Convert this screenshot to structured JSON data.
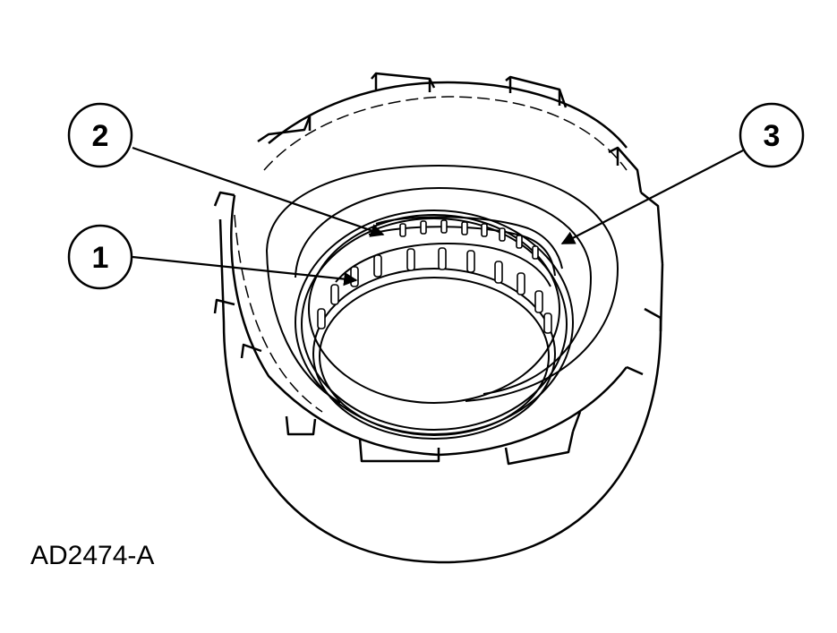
{
  "figure": {
    "id_label": "AD2474-A"
  },
  "callouts": [
    {
      "number": "1"
    },
    {
      "number": "2"
    },
    {
      "number": "3"
    }
  ],
  "colors": {
    "stroke": "#000000",
    "background": "#ffffff"
  }
}
